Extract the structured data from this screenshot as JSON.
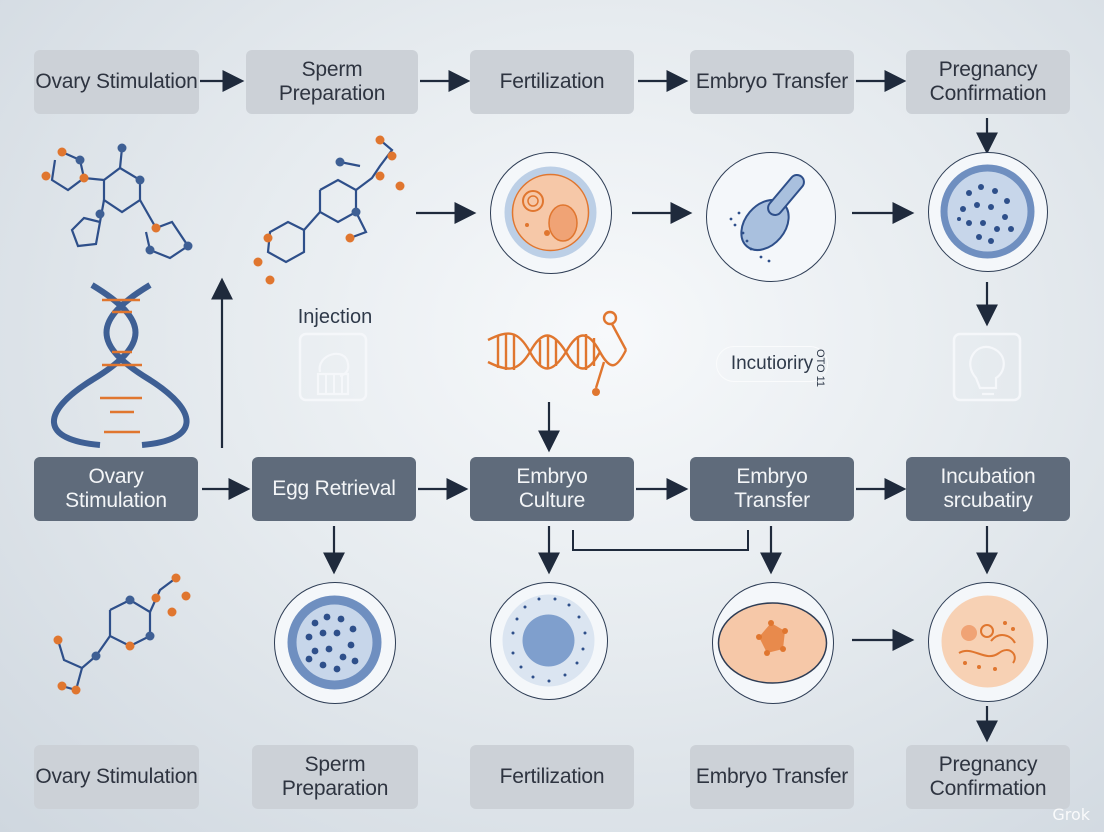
{
  "top_row": [
    {
      "label": "Ovary Stimulation"
    },
    {
      "label": "Sperm Preparation"
    },
    {
      "label": "Fertilization"
    },
    {
      "label": "Embryo Transfer"
    },
    {
      "label": "Pregnancy Confirmation"
    }
  ],
  "middle_row": [
    {
      "label": "Ovary Stimulation"
    },
    {
      "label": "Egg Retrieval"
    },
    {
      "label": "Embryo Culture"
    },
    {
      "label": "Embryo Transfer"
    },
    {
      "label": "Incubation srcubatiry"
    }
  ],
  "bottom_row": [
    {
      "label": "Ovary Stimulation"
    },
    {
      "label": "Sperm Preparation"
    },
    {
      "label": "Fertilization"
    },
    {
      "label": "Embryo Transfer"
    },
    {
      "label": "Pregnancy Confirmation"
    }
  ],
  "annotations": {
    "injection": "Injection",
    "incubation_label": "Incutioriry",
    "incubation_side": "OTO 11"
  },
  "watermark": "Grok",
  "colors": {
    "light_box": "#ccd1d7",
    "dark_box": "#5f6b7b",
    "arrow": "#1f2a3c",
    "orange": "#e0762f",
    "blue": "#3e5f94"
  }
}
